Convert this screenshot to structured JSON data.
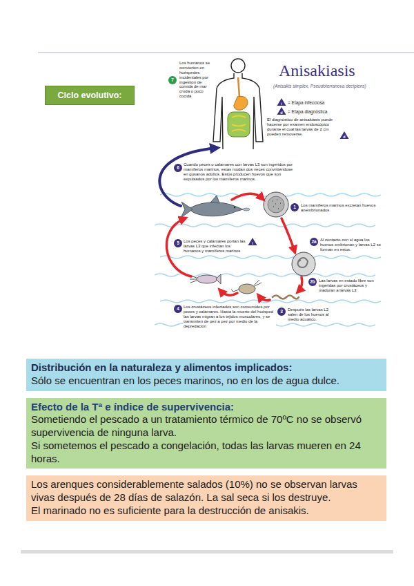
{
  "diagram": {
    "title": "Anisakiasis",
    "nodes": [
      {
        "text": [
          "Ciclo evolutivo:"
        ]
      },
      {
        "text": [
          "Distribución en la naturaleza y alimentos implicados:",
          "Sólo se encuentran en los peces marinos, no en los de agua dulce."
        ]
      },
      {
        "text": [
          "Efecto de la Tª e índice de supervivencia:",
          "Sometiendo el pescado a un tratamiento térmico de 70ºC no se observó supervivencia de ninguna larva.",
          "Si sometemos el pescado a congelación, todas las larvas mueren en 24 horas."
        ]
      },
      {
        "text": [
          "Los arenques considerablemente salados (10%) no se observan larvas vivas después de 28 días de salazón. La sal seca si los destruye.",
          "El marinado no es suficiente para la destrucción de anisakis."
        ]
      }
    ],
    "labels": [
      "(Anisakis simplex, Pseudoterranova decipiens)",
      "i",
      "d",
      "7",
      "Los humanos se convierten en huéspedes incidentales por ingestión de comida de mar cruda o poco cocida",
      "El diagnóstico de anisakiasis puede hacerse por examen endoscópico durante el cual las larvas de 2 cm pueden removerse.",
      "d",
      "6",
      "Cuando peces o calamares con larvas L3 son ingeridos por mamíferos marinos, estas mudan dos veces convirtiéndose en gusanos adultos. Estos producen huevos que son expulsados por los mamíferos marinos.",
      "1",
      "Los mamíferos marinos excretan huevos anembrionados",
      "2a",
      "Al contacto con el agua los huevos embrionan y larvas L2 se forman en estos.",
      "5",
      "Los peces y calamares portan las larvas L3 que infectan los humanos y mamíferos marinos",
      "i",
      "2b",
      "Las larvas en estado libre son ingeridas por crustáceos y maduran a larvas L3",
      "4",
      "Los crustáceos infectados son consumidos por peces y calamares. Hasta la muerte del huésped las larvas migran a los tejidos musculares, y se transmiten de pez a pez por medio de la depredación",
      "3",
      "Después las larvas L2 salen de los huevos al medio acuático."
    ],
    "legend": [
      {
        "text": "= Etapa infecciosa"
      },
      {
        "text": "= Etapa diagnóstica"
      }
    ]
  }
}
